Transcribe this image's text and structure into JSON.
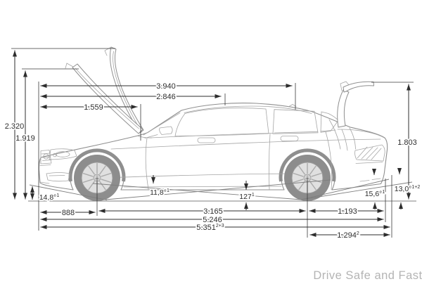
{
  "watermark": "Drive Safe and Fast",
  "colors": {
    "line_art": "#8f8f8f",
    "dimension_ink": "#2d2d2d",
    "tire_fill": "#8d8d8d",
    "rim_fill": "#e0e0e0",
    "watermark_gray": "#b4b4b4",
    "background": "#ffffff"
  },
  "dimensions": {
    "upper_widths": {
      "d3940": {
        "value": "3.940"
      },
      "d2846": {
        "value": "2.846"
      },
      "d1559": {
        "value": "1.559"
      }
    },
    "heights": {
      "hood_open_max": {
        "value": "2.320"
      },
      "hood_open_mid": {
        "value": "1.919"
      },
      "trunk_open": {
        "value": "1.803"
      }
    },
    "lengths": {
      "front_overhang": {
        "value": "888"
      },
      "wheelbase": {
        "value": "3.165"
      },
      "rear_overhang": {
        "value": "1.193"
      },
      "overall_length": {
        "value": "5.246"
      },
      "length_trunk_open": {
        "value": "5.351",
        "sup": "2+3"
      },
      "rear_axle_to_trunk_open": {
        "value": "1.294",
        "sup": "2"
      }
    },
    "angles": {
      "approach": {
        "value": "14,8°",
        "sup": "1"
      },
      "ramp_breakover": {
        "value": "11,8°",
        "sup": "1"
      },
      "ground_clearance": {
        "value": "127",
        "sup": "1"
      },
      "departure": {
        "value": "15,6°",
        "sup": "1"
      },
      "departure_alt": {
        "value": "13,0°",
        "sup": "1+2"
      }
    }
  }
}
